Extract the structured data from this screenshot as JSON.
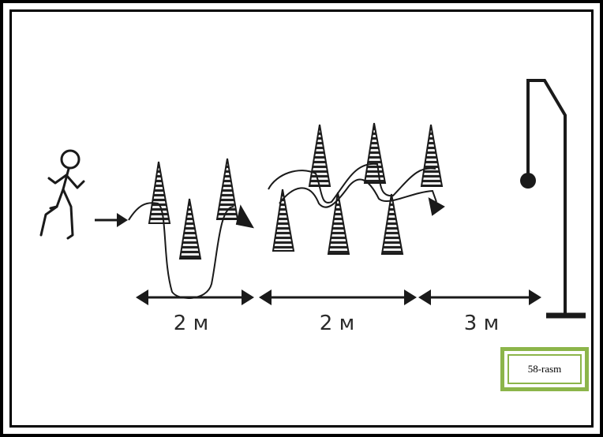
{
  "diagram": {
    "segments": [
      {
        "label": "2 м"
      },
      {
        "label": "2 м"
      },
      {
        "label": "3 м"
      }
    ]
  },
  "caption": {
    "label": "58-rasm"
  },
  "colors": {
    "line": "#1a1a1a",
    "caption_border": "#8cb54a"
  }
}
